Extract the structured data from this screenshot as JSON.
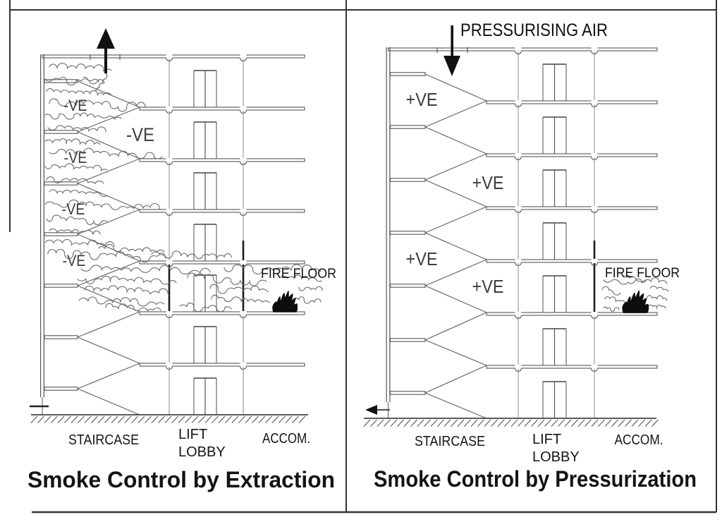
{
  "colors": {
    "background": "#ffffff",
    "line": "#666666",
    "smoke": "#6e6e6e",
    "solid_black": "#111111",
    "text": "#1a1a1a"
  },
  "panels": [
    {
      "id": "extraction",
      "title": "Smoke Control by Extraction",
      "fire_floor_label": "FIRE FLOOR",
      "zones": {
        "staircase": "STAIRCASE",
        "lift_lobby": [
          "LIFT",
          "LOBBY"
        ],
        "accom": "ACCOM."
      },
      "pressure_labels": {
        "staircase": [
          "-VE",
          "-VE",
          "-VE",
          "-VE"
        ],
        "lobby": [
          "-VE"
        ]
      }
    },
    {
      "id": "pressurization",
      "title": "Smoke Control by Pressurization",
      "top_label": "PRESSURISING AIR",
      "fire_floor_label": "FIRE FLOOR",
      "zones": {
        "staircase": "STAIRCASE",
        "lift_lobby": [
          "LIFT",
          "LOBBY"
        ],
        "accom": "ACCOM."
      },
      "pressure_labels": {
        "staircase": [
          "+VE",
          "+VE"
        ],
        "lobby": [
          "+VE",
          "+VE"
        ]
      }
    }
  ]
}
